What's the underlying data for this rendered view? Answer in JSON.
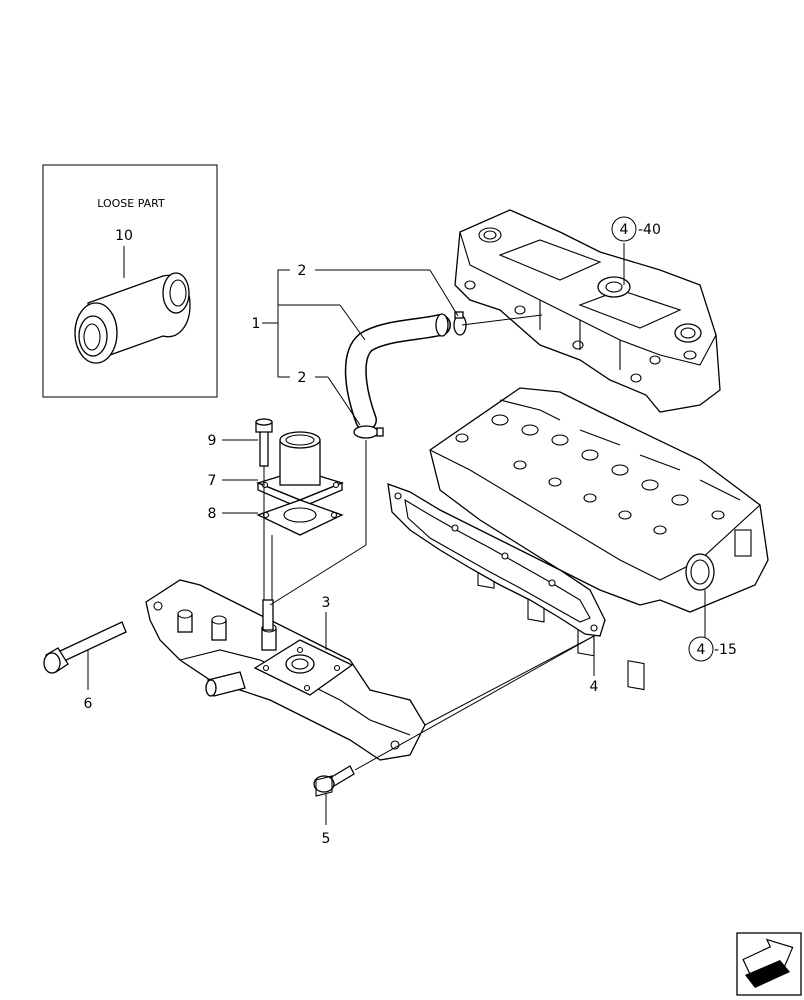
{
  "loose_part": {
    "title": "LOOSE PART",
    "item": "10"
  },
  "callouts": {
    "c1": "1",
    "c2a": "2",
    "c2b": "2",
    "c3": "3",
    "c4": "4",
    "c5": "5",
    "c6": "6",
    "c7": "7",
    "c8": "8",
    "c9": "9"
  },
  "references": {
    "cover": {
      "circle": "4",
      "suffix": "-40"
    },
    "head": {
      "circle": "4",
      "suffix": "-15"
    }
  },
  "icons": {
    "nav": "next-page-arrow-icon"
  }
}
